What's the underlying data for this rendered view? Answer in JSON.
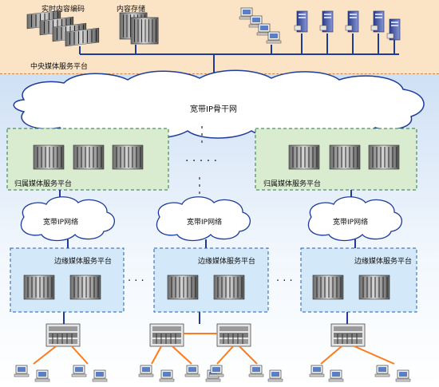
{
  "central": {
    "encoding_label": "实时内容编码",
    "storage_label": "内容存储",
    "platform_label": "中央媒体服务平台"
  },
  "backbone": {
    "label": "宽带IP骨干网"
  },
  "home_platforms": [
    {
      "label": "归属媒体服务平台"
    },
    {
      "label": "归属媒体服务平台"
    }
  ],
  "ip_networks": [
    {
      "label": "宽带IP网络"
    },
    {
      "label": "宽带IP网络"
    },
    {
      "label": "宽带IP网络"
    }
  ],
  "edge_platforms": [
    {
      "label": "边缘媒体服务平台"
    },
    {
      "label": "边缘媒体服务平台"
    },
    {
      "label": "边缘媒体服务平台"
    }
  ],
  "colors": {
    "central_bg": "#fbe3c6",
    "lower_bg": "#dde9f7",
    "home_bg": "#d9ecd0",
    "edge_bg": "#d3e8f8",
    "orange_link": "#ff7a1a",
    "blue_link": "#1f3c9a"
  }
}
